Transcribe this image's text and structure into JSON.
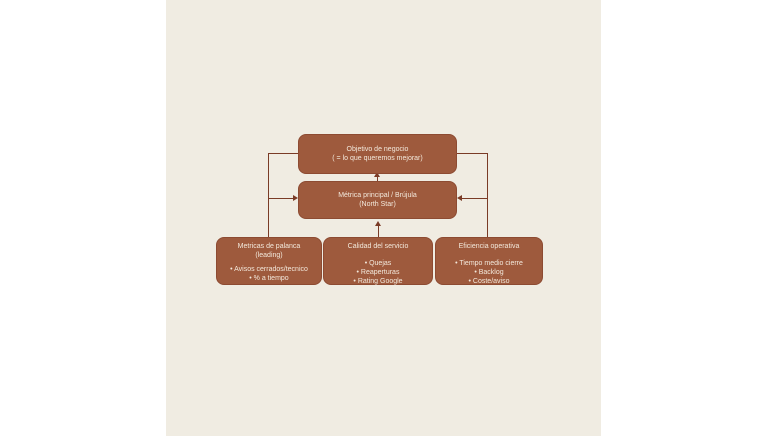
{
  "colors": {
    "page_background": "#ffffff",
    "slide_background": "#f0ece2",
    "box_fill": "#9e5a3d",
    "box_border": "#8d4b32",
    "connector": "#7a3b26",
    "box_text": "#f3e9dc"
  },
  "diagram": {
    "objective_box": {
      "lines": [
        "Objetivo de negocio",
        "( = lo que queremos mejorar)"
      ]
    },
    "north_star_box": {
      "lines": [
        "Métrica principal / Brújula",
        "(North Star)"
      ]
    },
    "lever_metrics_box": {
      "title_lines": [
        "Metricas de palanca",
        "(leading)"
      ],
      "bullets": [
        "• Avisos cerrados/tecnico",
        "• % a tiempo"
      ]
    },
    "service_quality_box": {
      "title_lines": [
        "Calidad del servicio"
      ],
      "bullets": [
        "• Quejas",
        "• Reaperturas",
        "• Rating Google"
      ]
    },
    "operational_efficiency_box": {
      "title_lines": [
        "Eficiencia operativa"
      ],
      "bullets": [
        "• Tiempo medio cierre",
        "• Backlog",
        "• Coste/aviso"
      ]
    }
  }
}
